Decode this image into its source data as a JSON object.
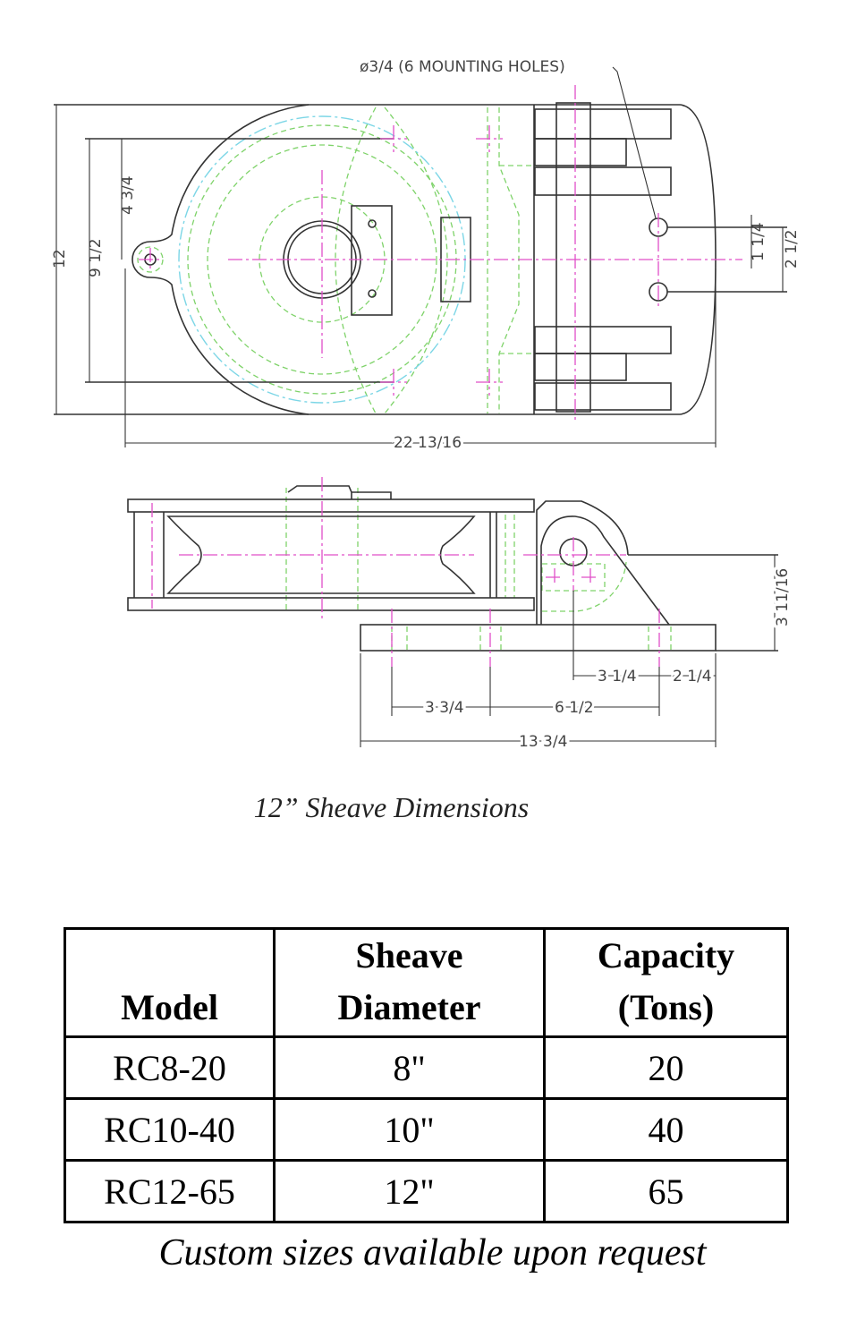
{
  "drawing": {
    "mounting_holes_note": "ø3/4 (6 MOUNTING HOLES)",
    "top_view_dims": {
      "overall_height": "12",
      "hole_spacing": "9 1/2",
      "half_spacing": "4 3/4",
      "overall_length": "22 13/16",
      "small_offset": "1 1/4",
      "rear_hole_spacing": "2 1/2"
    },
    "side_view_dims": {
      "pin_height": "3 11/16",
      "pin_to_hole": "3 1/4",
      "hole_to_end": "2 1/4",
      "hole_spacing_a": "3 3/4",
      "hole_spacing_b": "6 1/2",
      "base_length": "13 3/4"
    },
    "caption": "12” Sheave Dimensions"
  },
  "table": {
    "headers": {
      "model": "Model",
      "diameter_1": "Sheave",
      "diameter_2": "Diameter",
      "capacity_1": "Capacity",
      "capacity_2": "(Tons)"
    },
    "rows": [
      {
        "model": "RC8-20",
        "diameter": "8\"",
        "capacity": "20"
      },
      {
        "model": "RC10-40",
        "diameter": "10\"",
        "capacity": "40"
      },
      {
        "model": "RC12-65",
        "diameter": "12\"",
        "capacity": "65"
      }
    ],
    "footnote": "Custom sizes available upon request"
  }
}
